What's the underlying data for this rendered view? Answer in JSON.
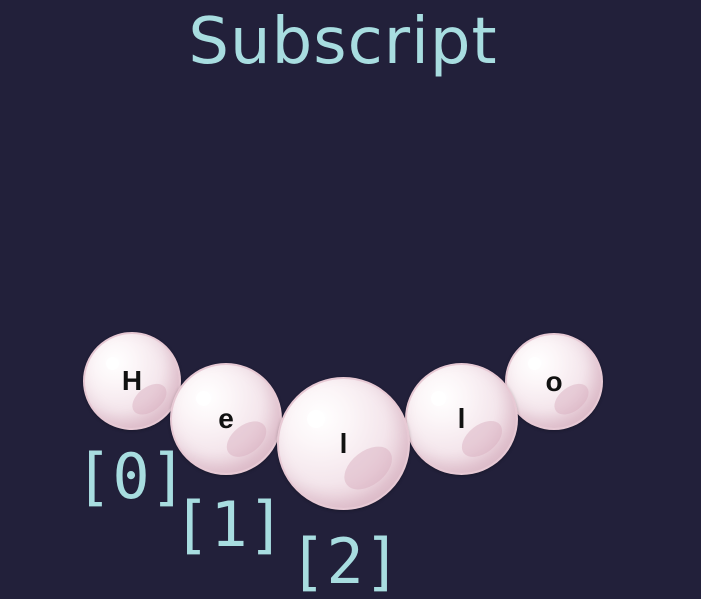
{
  "title": "Subscript",
  "string": {
    "characters": [
      "H",
      "e",
      "l",
      "l",
      "o"
    ],
    "indices": [
      "[0]",
      "[1]",
      "[2]"
    ]
  },
  "colors": {
    "background": "#22203a",
    "accent": "#a8dde0",
    "pearl": "#f4e6ec",
    "letter": "#111111"
  }
}
